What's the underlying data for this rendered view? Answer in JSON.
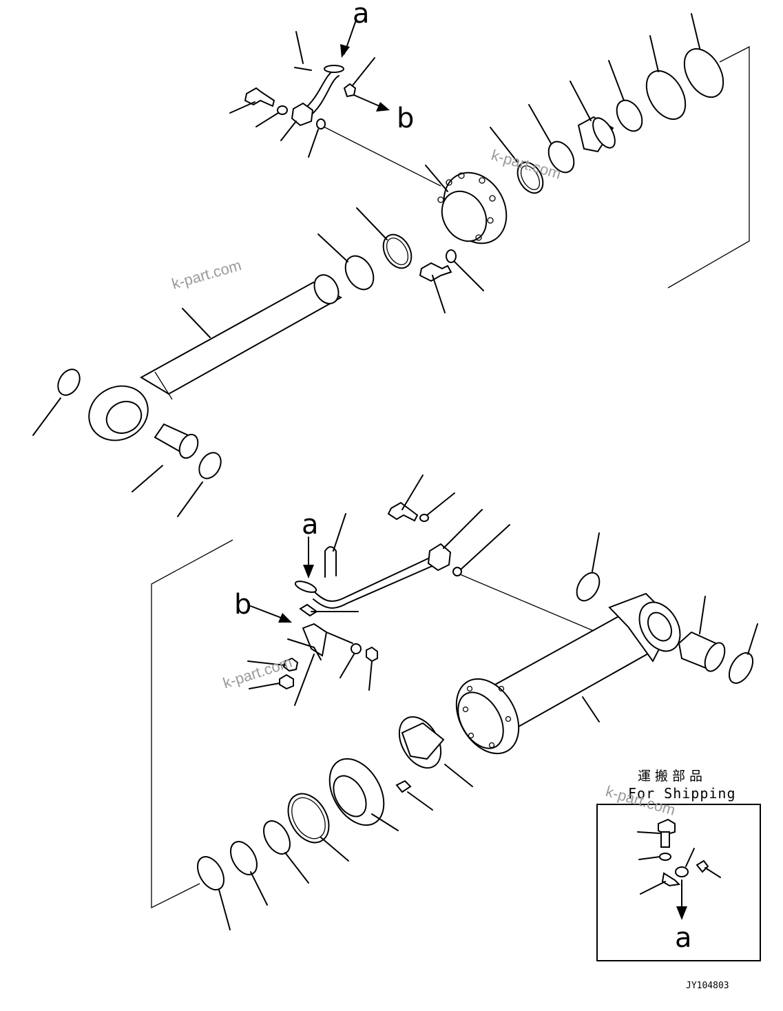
{
  "callouts": {
    "a_top": "a",
    "b_top": "b",
    "a_mid": "a",
    "b_mid": "b",
    "a_box": "a"
  },
  "shipping_box": {
    "japanese_title": "運搬部品",
    "english_title": "For Shipping"
  },
  "drawing_code": "JY104803",
  "watermarks": [
    "k-part.com",
    "k-part.com",
    "k-part.com",
    "k-part.com"
  ]
}
